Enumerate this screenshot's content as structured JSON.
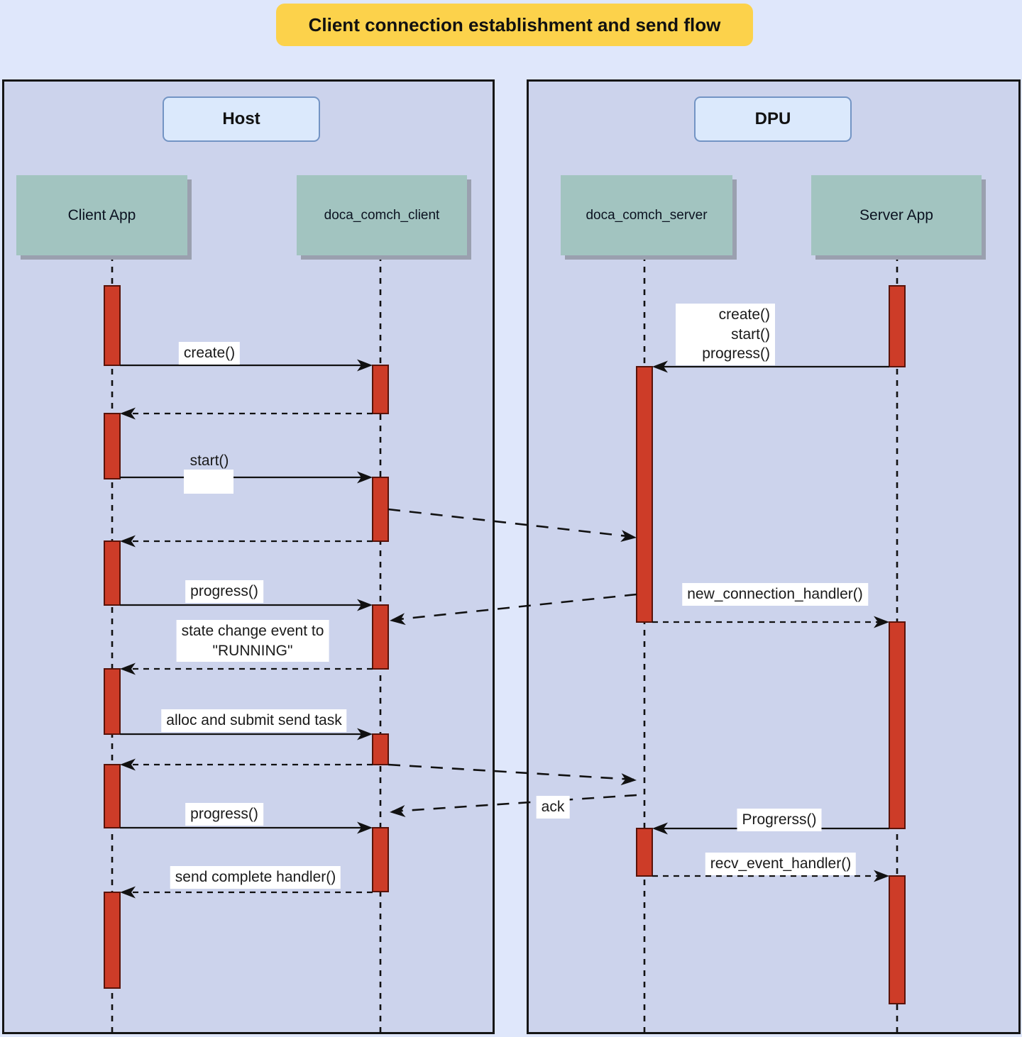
{
  "title": "Client connection establishment and send flow",
  "frames": {
    "host": {
      "label": "Host"
    },
    "dpu": {
      "label": "DPU"
    }
  },
  "participants": {
    "client_app": {
      "label": "Client App"
    },
    "doca_comch_client": {
      "label": "doca_comch_client"
    },
    "doca_comch_server": {
      "label": "doca_comch_server"
    },
    "server_app": {
      "label": "Server App"
    }
  },
  "messages": {
    "create": {
      "label": "create()"
    },
    "start": {
      "label": "start()"
    },
    "progress_1": {
      "label": "progress()"
    },
    "state_change": {
      "label": "state change event to\n\"RUNNING\""
    },
    "alloc_send": {
      "label": "alloc and submit send task"
    },
    "progress_2": {
      "label": "progress()"
    },
    "send_complete": {
      "label": "send complete handler()"
    },
    "server_setup": {
      "label": "create()\nstart()\nprogress()"
    },
    "new_connection": {
      "label": "new_connection_handler()"
    },
    "progrerss": {
      "label": "Progrerss()"
    },
    "recv_event": {
      "label": "recv_event_handler()"
    },
    "ack": {
      "label": "ack"
    }
  },
  "colors": {
    "page_bg": "#dfe7fb",
    "frame_bg": "#ccd3ec",
    "frame_border": "#161616",
    "frame_label_bg": "#dbe9fc",
    "frame_label_border": "#7394c4",
    "participant_bg": "#a2c4c0",
    "participant_shadow": "#9aa0af",
    "activation_fill": "#cd3c28",
    "activation_border": "#591309",
    "title_bg": "#fcd24b",
    "label_bg": "#ffffff",
    "line": "#111111"
  }
}
